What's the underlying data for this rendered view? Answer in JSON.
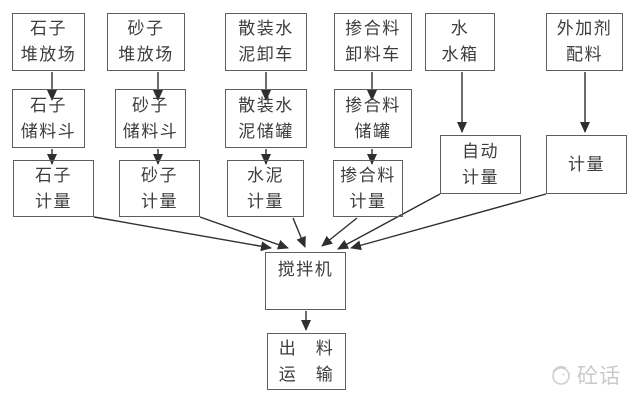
{
  "diagram_title": "concrete-batching-plant-process-flowchart",
  "boxes": [
    {
      "name": "stone-yard",
      "label": "石子\n堆放场"
    },
    {
      "name": "sand-yard",
      "label": "砂子\n堆放场"
    },
    {
      "name": "bulk-cement-truck",
      "label": "散装水\n泥卸车"
    },
    {
      "name": "admixture-truck",
      "label": "掺合料\n卸料车"
    },
    {
      "name": "water-tank",
      "label": "水\n水箱"
    },
    {
      "name": "additive-batching",
      "label": "外加剂\n配料"
    },
    {
      "name": "stone-hopper",
      "label": "石子\n储料斗"
    },
    {
      "name": "sand-hopper",
      "label": "砂子\n储料斗"
    },
    {
      "name": "bulk-cement-silo",
      "label": "散装水\n泥储罐"
    },
    {
      "name": "admixture-silo",
      "label": "掺合料\n储罐"
    },
    {
      "name": "auto-metering",
      "label": "自动\n计量"
    },
    {
      "name": "metering",
      "label": "计量"
    },
    {
      "name": "stone-metering",
      "label": "石子\n计量"
    },
    {
      "name": "sand-metering",
      "label": "砂子\n计量"
    },
    {
      "name": "cement-metering",
      "label": "水泥\n计量"
    },
    {
      "name": "admixture-metering",
      "label": "掺合料\n计量"
    },
    {
      "name": "mixer",
      "label": "搅拌机"
    },
    {
      "name": "discharge-transport",
      "label": "出　料\n运　输"
    }
  ],
  "watermark": {
    "brand": "砼话"
  },
  "colors": {
    "background": "#ffffff",
    "box_border": "#5e5e5e",
    "arrow": "#2f2f2f",
    "text": "#3d3d3d",
    "watermark": "#c9c9c9"
  }
}
